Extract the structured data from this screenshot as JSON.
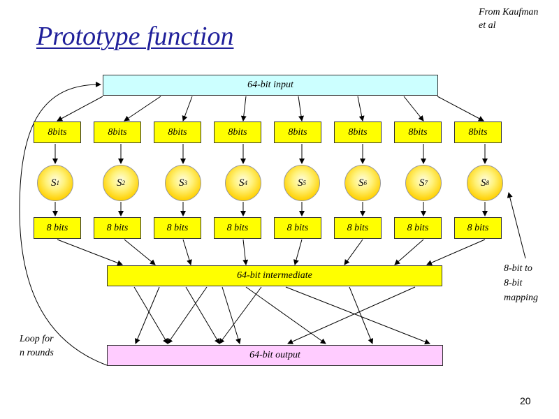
{
  "title": "Prototype function",
  "credit": [
    "From Kaufman",
    "et al"
  ],
  "page_number": "20",
  "input_label": "64-bit input",
  "intermediate_label": "64-bit intermediate",
  "output_label": "64-bit output",
  "top_chunk_label": "8bits",
  "bottom_chunk_label": "8 bits",
  "sboxes": [
    {
      "letter": "S",
      "sub": "1"
    },
    {
      "letter": "S",
      "sub": "2"
    },
    {
      "letter": "S",
      "sub": "3"
    },
    {
      "letter": "S",
      "sub": "4"
    },
    {
      "letter": "S",
      "sub": "5"
    },
    {
      "letter": "S",
      "sub": "6"
    },
    {
      "letter": "S",
      "sub": "7"
    },
    {
      "letter": "S",
      "sub": "8"
    }
  ],
  "loop_note": [
    "Loop for",
    "n rounds"
  ],
  "mapping_note": [
    "8-bit to",
    "8-bit",
    "mapping"
  ]
}
